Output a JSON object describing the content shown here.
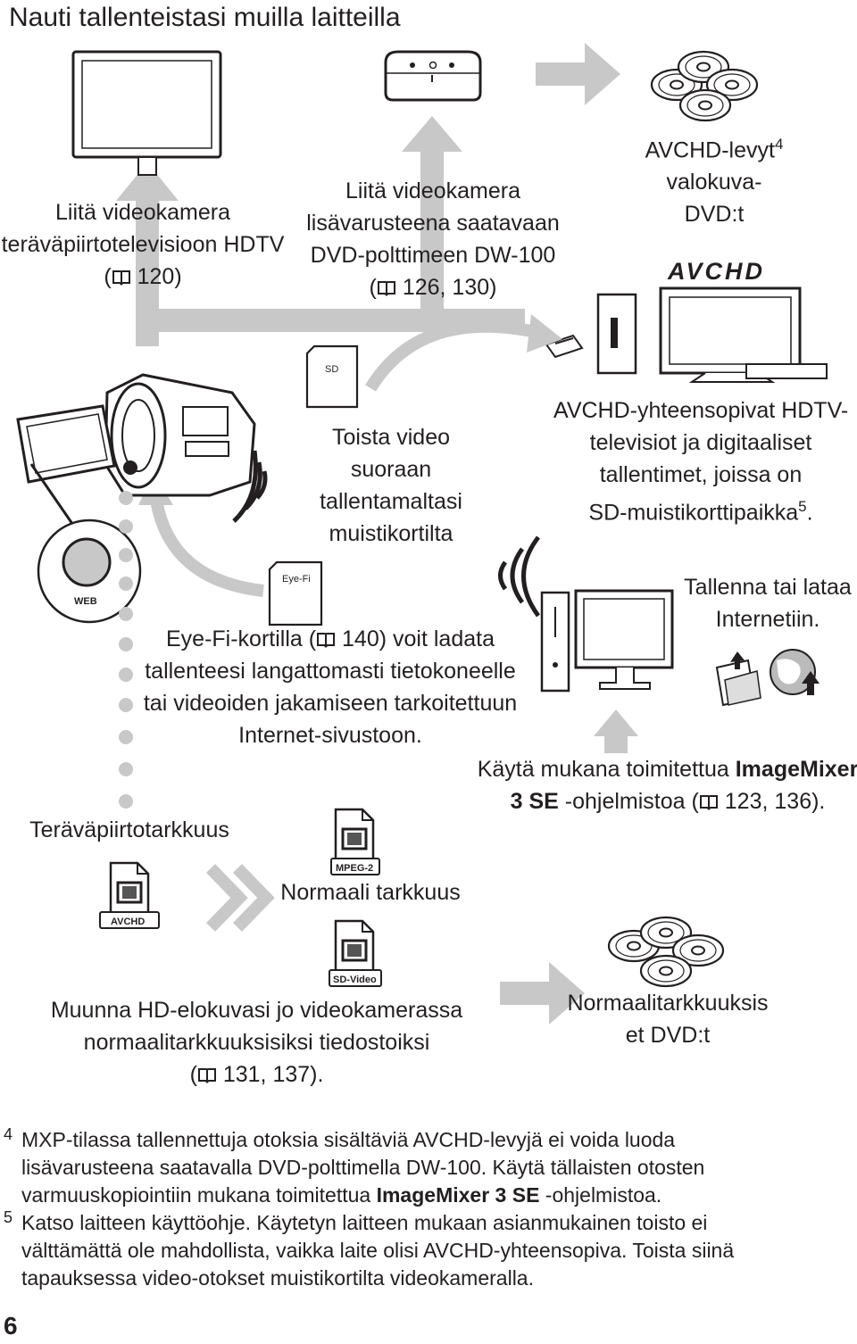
{
  "page_title": "Nauti tallenteistasi muilla laitteilla",
  "page_number": "6",
  "callouts": {
    "hdtv": {
      "l1": "Liitä videokamera",
      "l2": "teräväpiirtotelevisioon HDTV",
      "ref": "120)"
    },
    "dw100": {
      "l1": "Liitä videokamera",
      "l2": "lisävarusteena saatavaan",
      "l3": "DVD-polttimeen DW-100",
      "ref": "126, 130)"
    },
    "avchd_discs": {
      "l1": "AVCHD-levyt",
      "sup": "4",
      "l2": "valokuva-",
      "l3": "DVD:t"
    },
    "sd_play": {
      "l1": "Toista video",
      "l2": "suoraan",
      "l3": "tallentamaltasi",
      "l4": "muistikortilta"
    },
    "avchd_tv": {
      "l1": "AVCHD-yhteensopivat HDTV-",
      "l2": "televisiot ja digitaaliset",
      "l3": "tallentimet, joissa on",
      "l4": "SD-muistikorttipaikka",
      "sup": "5",
      "end": "."
    },
    "internet": {
      "l1": "Tallenna tai lataa",
      "l2": "Internetiin."
    },
    "eyefi": {
      "l1_a": "Eye-Fi-kortilla (",
      "l1_ref": "140) voit ladata",
      "l2": "tallenteesi langattomasti tietokoneelle",
      "l3": "tai videoiden jakamiseen tarkoitettuun",
      "l4": "Internet-sivustoon."
    },
    "imagemixer": {
      "l1_a": "Käytä mukana toimitettua ",
      "l1_b": "ImageMixer",
      "l2_a": "3 SE",
      "l2_b": " -ohjelmistoa (",
      "l2_ref": "123, 136)."
    },
    "hd_quality": "Teräväpiirtotarkkuus",
    "sd_quality": "Normaali tarkkuus",
    "convert": {
      "l1": "Muunna HD-elokuvasi jo videokamerassa",
      "l2": "normaalitarkkuuksisiksi tiedostoiksi",
      "ref": "131, 137)."
    },
    "sd_dvds": {
      "l1": "Normaalitarkkuuksis",
      "l2": "et DVD:t"
    }
  },
  "device_labels": {
    "sd_card": "SD",
    "eyefi_card": "Eye-Fi",
    "web": "WEB",
    "avchd_logo": "AVCHD",
    "avchd_file": "AVCHD",
    "mpeg2_file": "MPEG-2",
    "sdvideo_file": "SD-Video"
  },
  "footnotes": [
    {
      "mark": "4",
      "l1": "MXP-tilassa tallennettuja otoksia sisältäviä AVCHD-levyjä ei voida luoda",
      "l2": "lisävarusteena saatavalla DVD-polttimella DW-100. Käytä tällaisten otosten",
      "l3_a": "varmuuskopiointiin mukana toimitettua ",
      "l3_b": "ImageMixer 3 SE",
      "l3_c": " -ohjelmistoa."
    },
    {
      "mark": "5",
      "l1": "Katso laitteen käyttöohje. Käytetyn laitteen mukaan asianmukainen toisto ei",
      "l2": "välttämättä ole mahdollista, vaikka laite olisi AVCHD-yhteensopiva. Toista siinä",
      "l3": "tapauksessa video-otokset muistikortilta videokameralla."
    }
  ],
  "colors": {
    "text": "#231f20",
    "arrow": "#c8c8c8",
    "line": "#231f20"
  },
  "icons": [
    "book-icon",
    "tv-icon",
    "dvd-burner-icon",
    "disc-stack-icon",
    "camcorder-icon",
    "sd-card-icon",
    "eyefi-card-icon",
    "computer-icon",
    "upload-folder-icon",
    "globe-icon",
    "wireless-icon",
    "file-icon",
    "double-chevron-icon"
  ]
}
